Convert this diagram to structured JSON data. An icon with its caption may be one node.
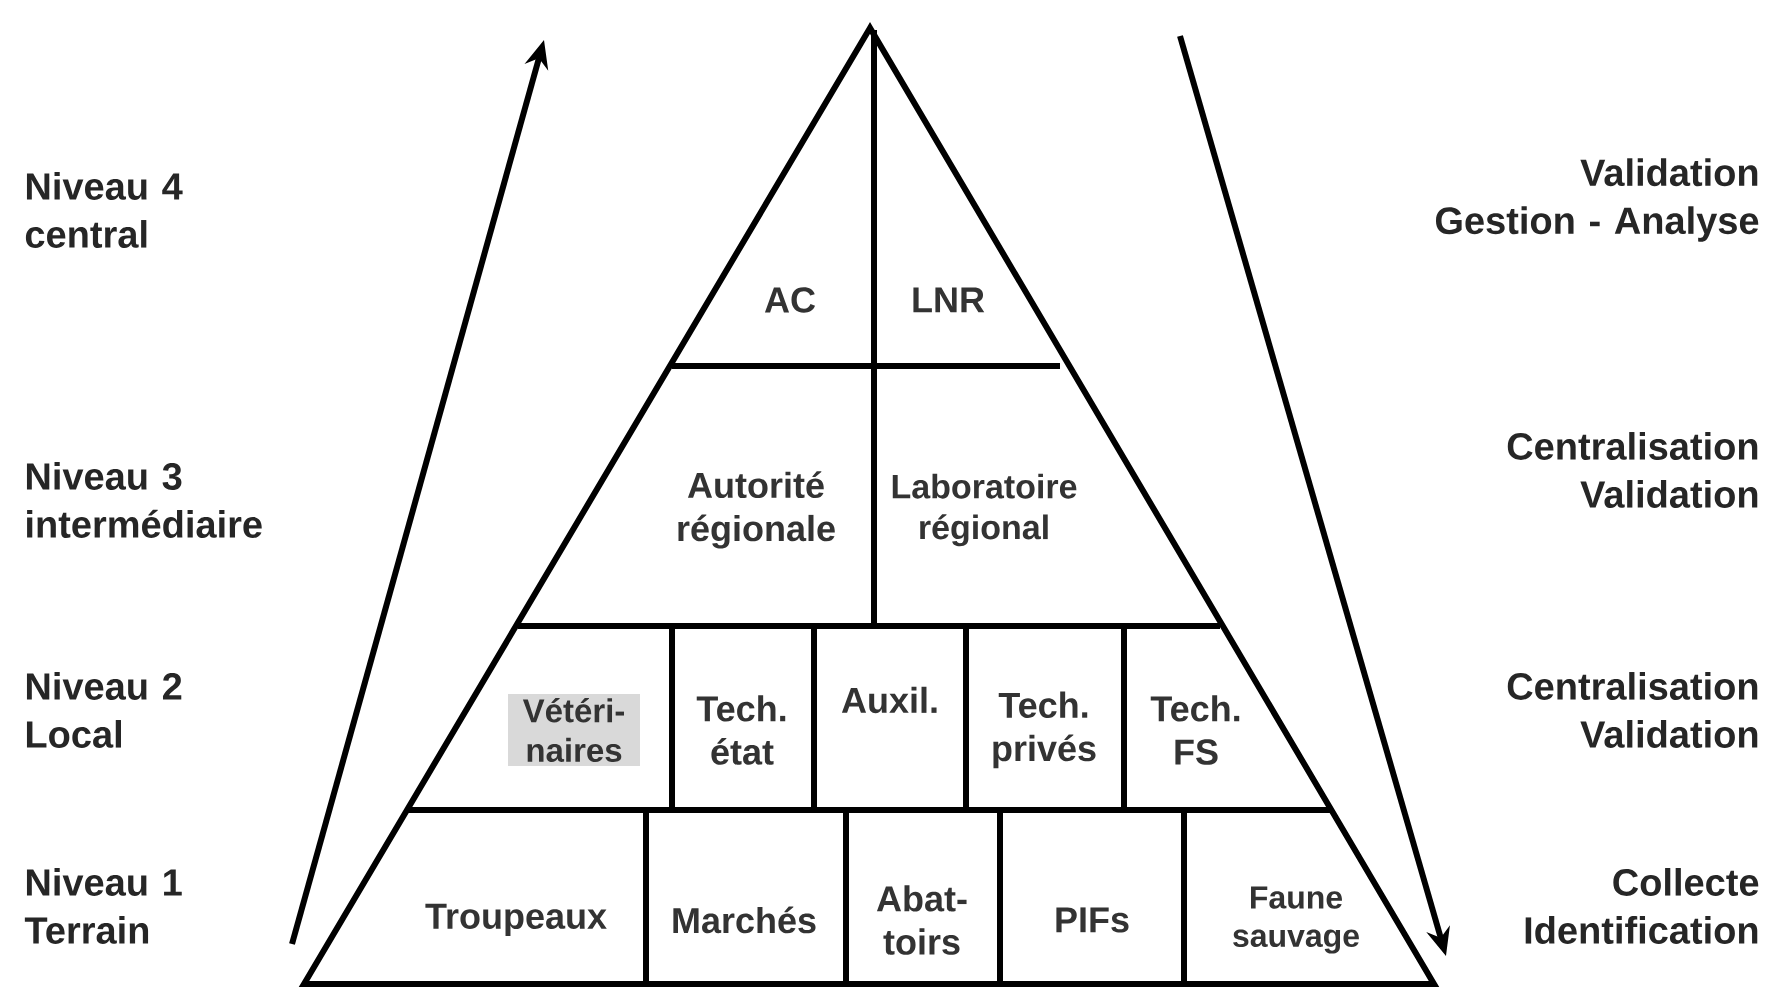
{
  "diagram": {
    "nodes": [
      {
        "text": [
          "AC"
        ]
      },
      {
        "text": [
          "LNR"
        ]
      },
      {
        "text": [
          "Autorité régionale"
        ]
      },
      {
        "text": [
          "Laboratoire régional"
        ]
      },
      {
        "text": [
          "Vétéri- naires"
        ]
      },
      {
        "text": [
          "Tech. état"
        ]
      },
      {
        "text": [
          "Auxil."
        ]
      },
      {
        "text": [
          "Tech. privés"
        ]
      },
      {
        "text": [
          "Tech. FS"
        ]
      },
      {
        "text": [
          "Troupeaux"
        ]
      },
      {
        "text": [
          "Marchés"
        ]
      },
      {
        "text": [
          "Abat- toirs"
        ]
      },
      {
        "text": [
          "PIFs"
        ]
      },
      {
        "text": [
          "Faune sauvage"
        ]
      }
    ],
    "labels": [
      "Niveau 4 central",
      "Validation Gestion - Analyse",
      "Niveau 3 intermédiaire",
      "Centralisation Validation",
      "Niveau 2 Local",
      "Centralisation Validation",
      "Niveau 1 Terrain",
      "Collecte Identification"
    ]
  }
}
